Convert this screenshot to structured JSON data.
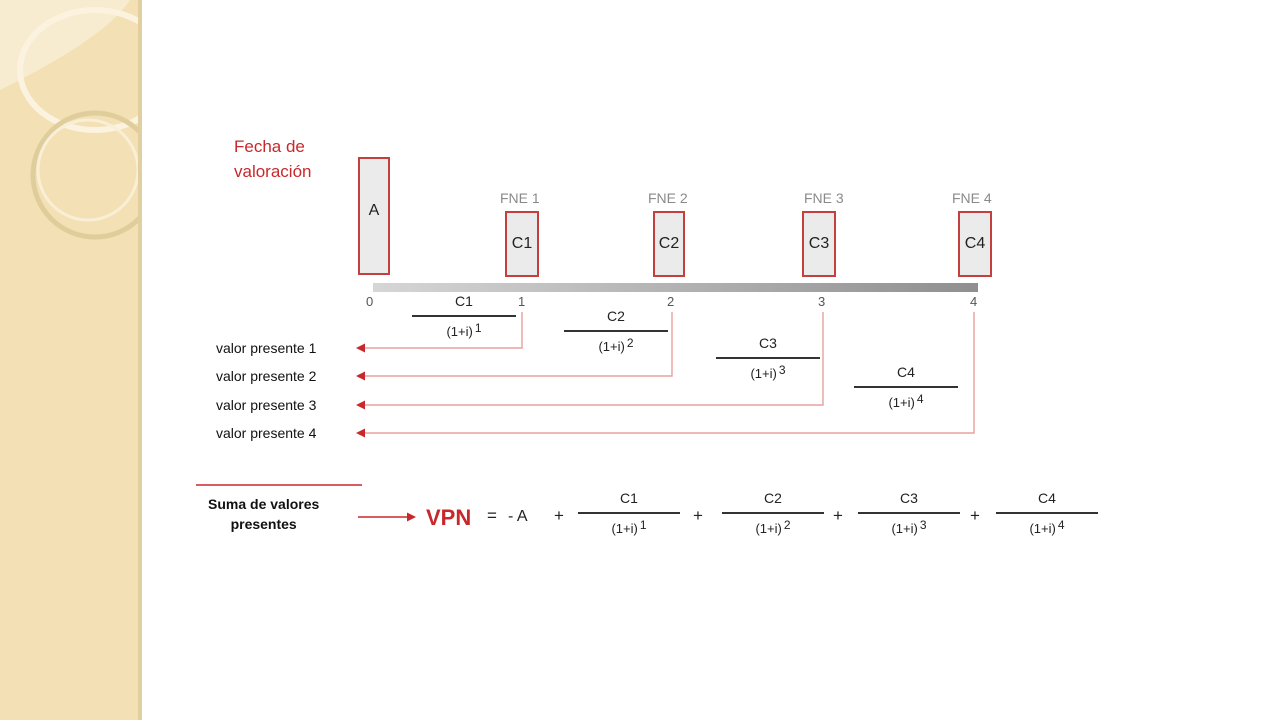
{
  "header": {
    "title_line1": "Fecha de",
    "title_line2": "valoración"
  },
  "initial_box": "A",
  "flows": [
    {
      "fne": "FNE  1",
      "box": "C1",
      "tick": "1",
      "num": "C1",
      "den": "(1+i)",
      "exp": "1"
    },
    {
      "fne": "FNE  2",
      "box": "C2",
      "tick": "2",
      "num": "C2",
      "den": "(1+i)",
      "exp": "2"
    },
    {
      "fne": "FNE  3",
      "box": "C3",
      "tick": "3",
      "num": "C3",
      "den": "(1+i)",
      "exp": "3"
    },
    {
      "fne": "FNE  4",
      "box": "C4",
      "tick": "4",
      "num": "C4",
      "den": "(1+i)",
      "exp": "4"
    }
  ],
  "tick_zero": "0",
  "present_values": [
    "valor presente 1",
    "valor presente 2",
    "valor presente 3",
    "valor presente 4"
  ],
  "sum": {
    "label_line1": "Suma de valores",
    "label_line2": "presentes",
    "vpn": "VPN",
    "equals": "=",
    "minus_a": "-  A",
    "plus": "+",
    "terms": [
      {
        "num": "C1",
        "den": "(1+i)",
        "exp": "1"
      },
      {
        "num": "C2",
        "den": "(1+i)",
        "exp": "2"
      },
      {
        "num": "C3",
        "den": "(1+i)",
        "exp": "3"
      },
      {
        "num": "C4",
        "den": "(1+i)",
        "exp": "4"
      }
    ]
  },
  "colors": {
    "accent_red": "#c8282c",
    "box_border": "#c4403f",
    "side_panel": "#f3e0b4"
  }
}
